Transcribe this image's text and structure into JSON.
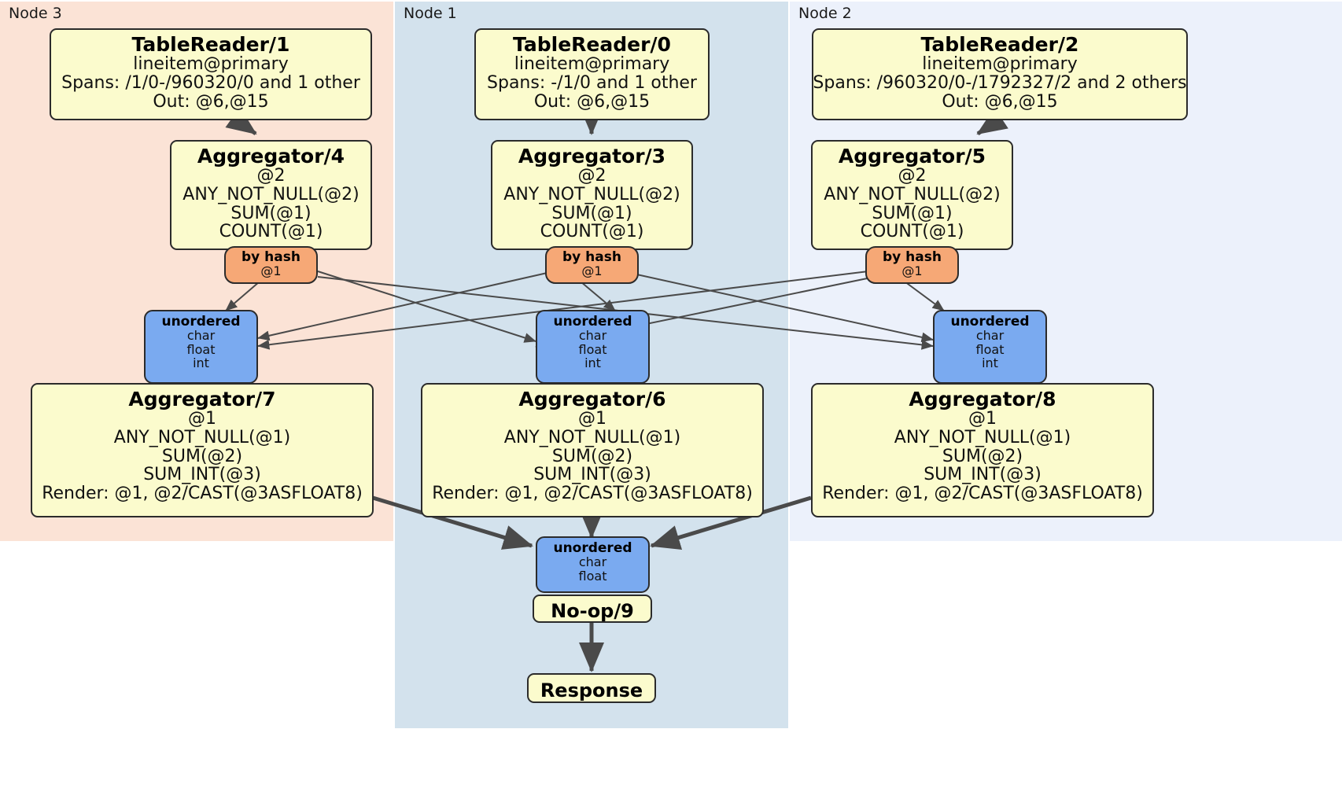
{
  "diagram": {
    "title": "Distributed query plan",
    "type": "dataflow-diagram",
    "colors": {
      "node3_panel": "#fbe3d6",
      "node1_panel": "#d3e2ed",
      "node2_panel": "#ecf1fb",
      "processor_box": "#fbfbcd",
      "router_box": "#f6a876",
      "sink_box": "#7aaaf0",
      "border": "#2b2b2b",
      "edge": "#4a4a4a"
    }
  },
  "panels": [
    {
      "label": "Node 3",
      "key": "node3"
    },
    {
      "label": "Node 1",
      "key": "node1"
    },
    {
      "label": "Node 2",
      "key": "node2"
    }
  ],
  "boxes": {
    "tablereader1": {
      "title": "TableReader/1",
      "lines": [
        "lineitem@primary",
        "Spans: /1/0-/960320/0 and 1 other",
        "Out: @6,@15"
      ]
    },
    "tablereader0": {
      "title": "TableReader/0",
      "lines": [
        "lineitem@primary",
        "Spans: -/1/0 and 1 other",
        "Out: @6,@15"
      ]
    },
    "tablereader2": {
      "title": "TableReader/2",
      "lines": [
        "lineitem@primary",
        "Spans: /960320/0-/1792327/2 and 2 others",
        "Out: @6,@15"
      ]
    },
    "aggregator4": {
      "title": "Aggregator/4",
      "lines": [
        "@2",
        "ANY_NOT_NULL(@2)",
        "SUM(@1)",
        "COUNT(@1)"
      ]
    },
    "aggregator3": {
      "title": "Aggregator/3",
      "lines": [
        "@2",
        "ANY_NOT_NULL(@2)",
        "SUM(@1)",
        "COUNT(@1)"
      ]
    },
    "aggregator5": {
      "title": "Aggregator/5",
      "lines": [
        "@2",
        "ANY_NOT_NULL(@2)",
        "SUM(@1)",
        "COUNT(@1)"
      ]
    },
    "byhash_left": {
      "title": "by hash",
      "lines": [
        "@1"
      ]
    },
    "byhash_mid": {
      "title": "by hash",
      "lines": [
        "@1"
      ]
    },
    "byhash_right": {
      "title": "by hash",
      "lines": [
        "@1"
      ]
    },
    "unordered_left": {
      "title": "unordered",
      "lines": [
        "char",
        "float",
        "int"
      ]
    },
    "unordered_mid": {
      "title": "unordered",
      "lines": [
        "char",
        "float",
        "int"
      ]
    },
    "unordered_right": {
      "title": "unordered",
      "lines": [
        "char",
        "float",
        "int"
      ]
    },
    "aggregator7": {
      "title": "Aggregator/7",
      "lines": [
        "@1",
        "ANY_NOT_NULL(@1)",
        "SUM(@2)",
        "SUM_INT(@3)",
        "Render: @1, @2/CAST(@3ASFLOAT8)"
      ]
    },
    "aggregator6": {
      "title": "Aggregator/6",
      "lines": [
        "@1",
        "ANY_NOT_NULL(@1)",
        "SUM(@2)",
        "SUM_INT(@3)",
        "Render: @1, @2/CAST(@3ASFLOAT8)"
      ]
    },
    "aggregator8": {
      "title": "Aggregator/8",
      "lines": [
        "@1",
        "ANY_NOT_NULL(@1)",
        "SUM(@2)",
        "SUM_INT(@3)",
        "Render: @1, @2/CAST(@3ASFLOAT8)"
      ]
    },
    "unordered_final": {
      "title": "unordered",
      "lines": [
        "char",
        "float"
      ]
    },
    "noop9": {
      "title": "No-op/9",
      "lines": []
    },
    "response": {
      "title": "Response",
      "lines": []
    }
  }
}
